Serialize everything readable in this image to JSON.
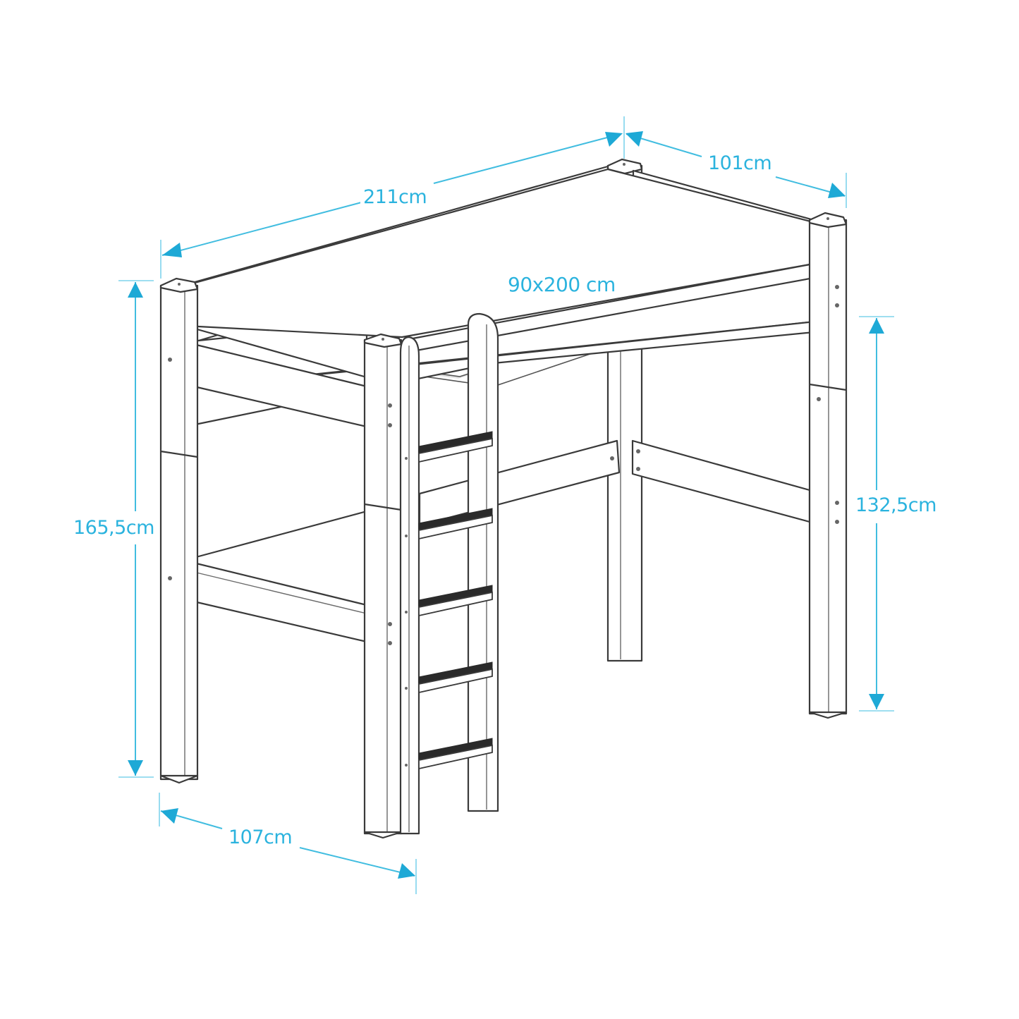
{
  "diagram": {
    "subject": "Loft bed with ladder",
    "colors": {
      "dimension_line": "#41bde0",
      "dimension_text": "#2bb3de",
      "arrowhead": "#1ea9d6",
      "outline": "#3a3a3a",
      "ladder_tread": "#2a2a2a",
      "background": "#ffffff"
    },
    "dimensions": {
      "length": {
        "label": "211cm",
        "axis": "bed length (back-left to front-right top edge)"
      },
      "width_top": {
        "label": "101cm",
        "axis": "bed width at top"
      },
      "mattress": {
        "label": "90x200 cm",
        "axis": "mattress size"
      },
      "total_height": {
        "label": "165,5cm",
        "axis": "overall height"
      },
      "clearance_height": {
        "label": "132,5cm",
        "axis": "height under bed frame"
      },
      "width_bottom": {
        "label": "107cm",
        "axis": "bed width at floor"
      }
    },
    "ladder": {
      "steps": 5
    }
  }
}
